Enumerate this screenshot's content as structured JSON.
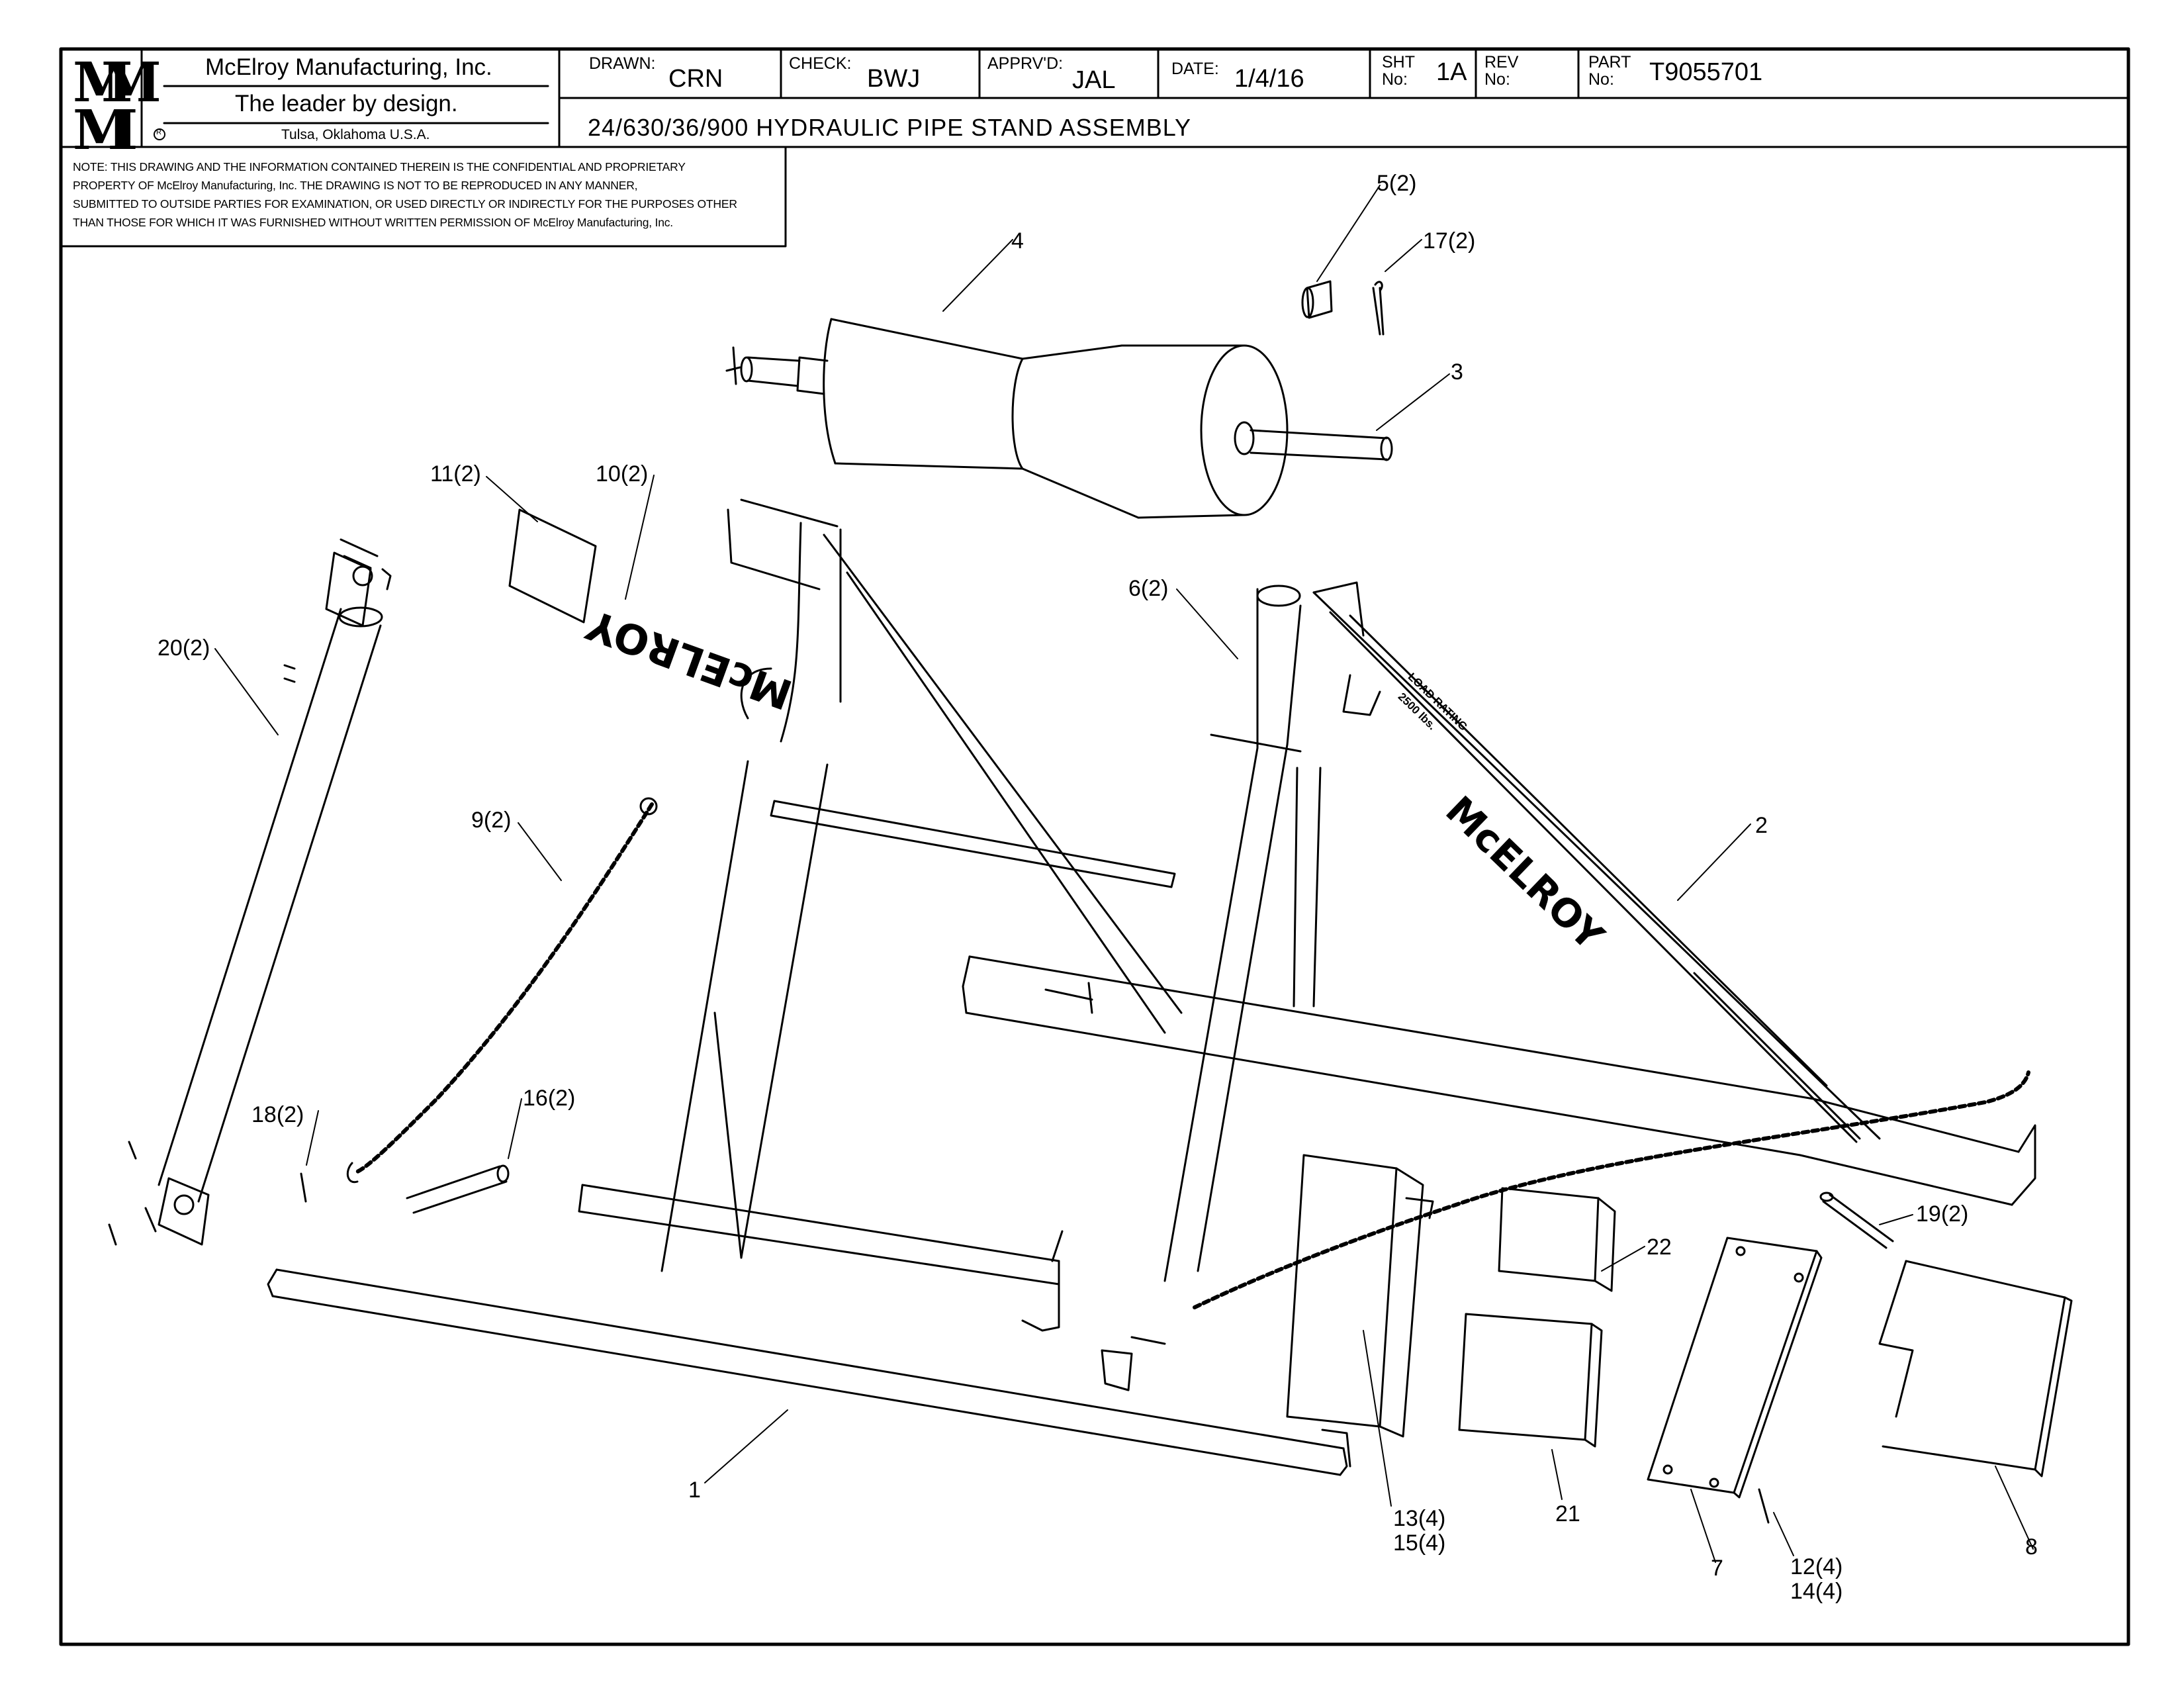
{
  "company": {
    "logo_letters": [
      "M",
      "M",
      "M",
      "I"
    ],
    "name": "McElroy Manufacturing, Inc.",
    "tagline": "The leader by design.",
    "location": "Tulsa, Oklahoma U.S.A.",
    "registered_mark": "R"
  },
  "title_block": {
    "drawn_label": "DRAWN:",
    "drawn_value": "CRN",
    "check_label": "CHECK:",
    "check_value": "BWJ",
    "approved_label": "APPRV'D:",
    "approved_value": "JAL",
    "date_label": "DATE:",
    "date_value": "1/4/16",
    "sheet_label_1": "SHT",
    "sheet_label_2": "No:",
    "sheet_value": "1A",
    "rev_label_1": "REV",
    "rev_label_2": "No:",
    "rev_value": "",
    "part_label_1": "PART",
    "part_label_2": "No:",
    "part_value": "T9055701",
    "drawing_title": "24/630/36/900 HYDRAULIC PIPE STAND ASSEMBLY"
  },
  "note": {
    "lines": [
      "NOTE: THIS DRAWING AND THE INFORMATION CONTAINED THEREIN IS THE CONFIDENTIAL AND PROPRIETARY",
      "PROPERTY OF McElroy Manufacturing, Inc. THE DRAWING IS NOT TO BE REPRODUCED IN ANY MANNER,",
      "SUBMITTED TO OUTSIDE PARTIES FOR EXAMINATION, OR USED DIRECTLY OR INDIRECTLY FOR THE PURPOSES OTHER",
      "THAN THOSE FOR WHICH IT WAS FURNISHED WITHOUT WRITTEN PERMISSION OF McElroy Manufacturing, Inc."
    ]
  },
  "decal_text": {
    "brand": "McELROY",
    "load_rating_line1": "LOAD RATING",
    "load_rating_line2": "2500 lbs."
  },
  "callouts": {
    "c5": "5(2)",
    "c17": "17(2)",
    "c4": "4",
    "c3": "3",
    "c11": "11(2)",
    "c10": "10(2)",
    "c6": "6(2)",
    "c20": "20(2)",
    "c2": "2",
    "c9": "9(2)",
    "c18": "18(2)",
    "c16": "16(2)",
    "c19": "19(2)",
    "c22": "22",
    "c1": "1",
    "c13": "13(4)",
    "c15": "15(4)",
    "c21": "21",
    "c7": "7",
    "c12": "12(4)",
    "c14": "14(4)",
    "c8": "8"
  }
}
